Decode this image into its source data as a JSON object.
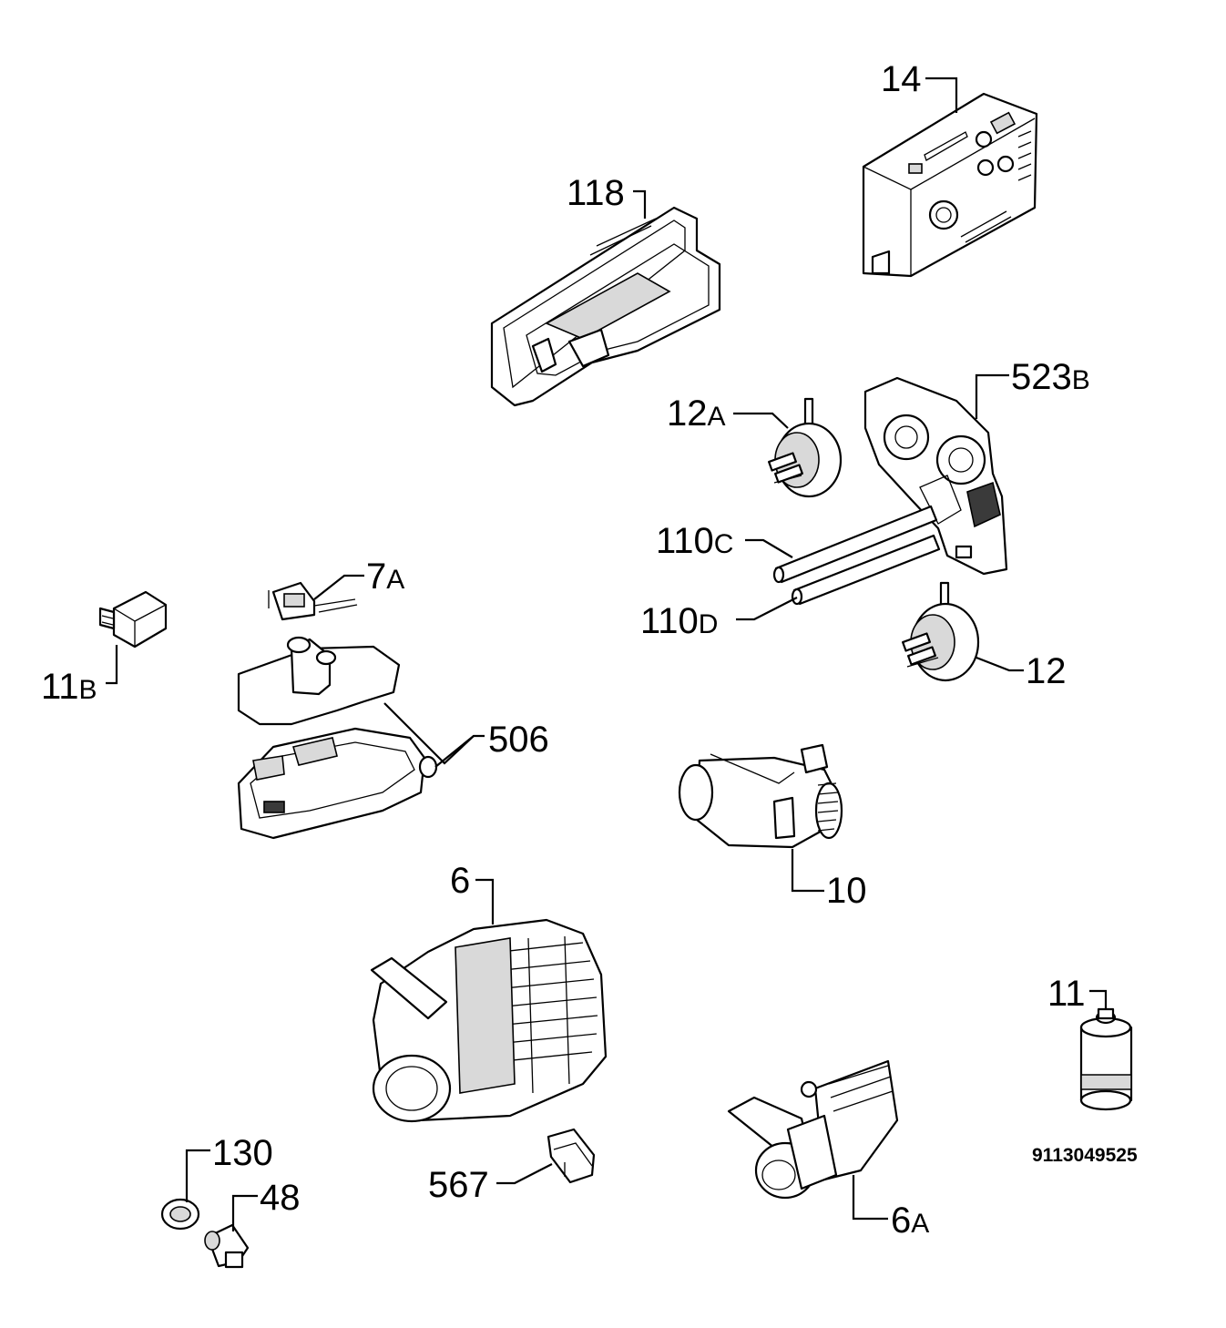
{
  "parts": [
    {
      "id": "p14",
      "num": "14",
      "suffix": ""
    },
    {
      "id": "p118",
      "num": "118",
      "suffix": ""
    },
    {
      "id": "p523b",
      "num": "523",
      "suffix": "B"
    },
    {
      "id": "p12a",
      "num": "12",
      "suffix": "A"
    },
    {
      "id": "p110c",
      "num": "110",
      "suffix": "C"
    },
    {
      "id": "p110d",
      "num": "110",
      "suffix": "D"
    },
    {
      "id": "p12",
      "num": "12",
      "suffix": ""
    },
    {
      "id": "p7a",
      "num": "7",
      "suffix": "A"
    },
    {
      "id": "p11b",
      "num": "11",
      "suffix": "B"
    },
    {
      "id": "p506",
      "num": "506",
      "suffix": ""
    },
    {
      "id": "p10",
      "num": "10",
      "suffix": ""
    },
    {
      "id": "p6",
      "num": "6",
      "suffix": ""
    },
    {
      "id": "p11",
      "num": "11",
      "suffix": ""
    },
    {
      "id": "p130",
      "num": "130",
      "suffix": ""
    },
    {
      "id": "p48",
      "num": "48",
      "suffix": ""
    },
    {
      "id": "p567",
      "num": "567",
      "suffix": ""
    },
    {
      "id": "p6a",
      "num": "6",
      "suffix": "A"
    }
  ],
  "diagram_code": "9113049525"
}
